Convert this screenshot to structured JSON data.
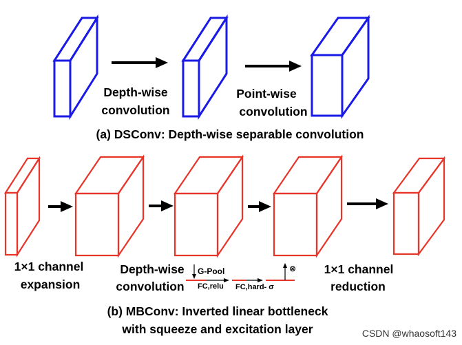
{
  "colors": {
    "dsconv_stroke": "#1a1ae6",
    "mbconv_stroke": "#e8352a",
    "arrow": "#000000"
  },
  "dsconv": {
    "label_1_line1": "Depth-wise",
    "label_1_line2": "convolution",
    "label_2_line1": "Point-wise",
    "label_2_line2": "convolution",
    "caption": "(a) DSConv: Depth-wise separable convolution"
  },
  "mbconv": {
    "label_1_line1": "1×1 channel",
    "label_1_line2": "expansion",
    "label_2_line1": "Depth-wise",
    "label_2_line2": "convolution",
    "se_gpool": "G-Pool",
    "se_fc_relu": "FC,relu",
    "se_fc_hard": "FC,hard- σ",
    "se_multiply": "⊗",
    "label_3_line1": "1×1 channel",
    "label_3_line2": "reduction",
    "caption_line1": "(b) MBConv: Inverted linear bottleneck",
    "caption_line2": "with squeeze and excitation layer"
  },
  "watermark": "CSDN @whaosoft143"
}
